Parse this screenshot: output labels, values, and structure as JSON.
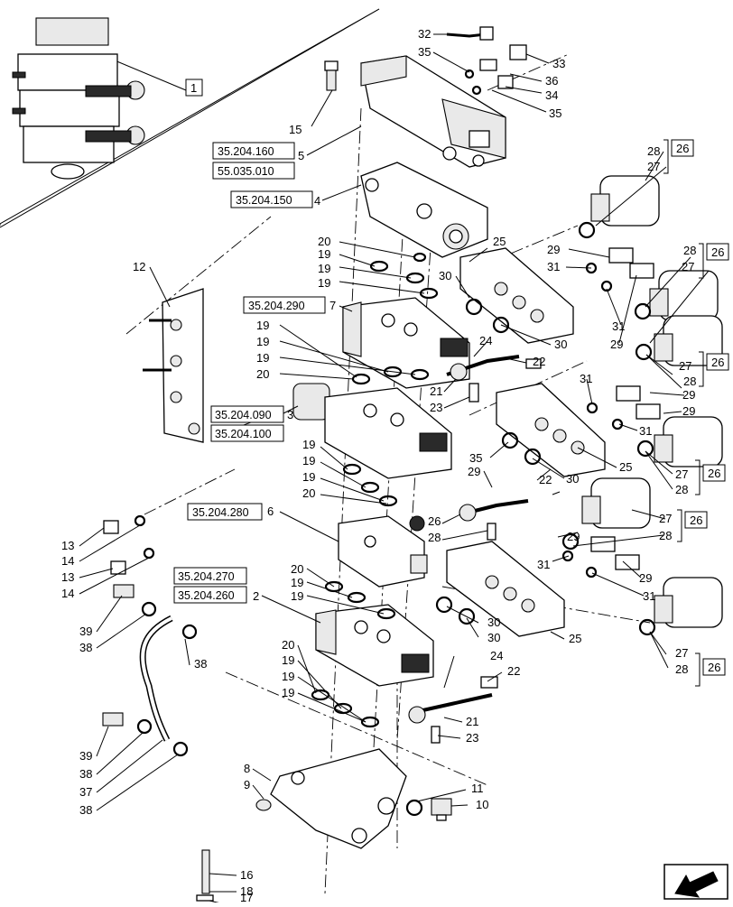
{
  "callouts": {
    "c1": "1",
    "c2": "2",
    "c3": "3",
    "c4": "4",
    "c5": "5",
    "c6": "6",
    "c7": "7",
    "c8": "8",
    "c9": "9",
    "c10": "10",
    "c11": "11",
    "c12": "12",
    "c13a": "13",
    "c13b": "13",
    "c14a": "14",
    "c14b": "14",
    "c15": "15",
    "c16": "16",
    "c17": "17",
    "c18": "18",
    "c19": "19",
    "c20": "20",
    "c21": "21",
    "c22": "22",
    "c23": "23",
    "c24": "24",
    "c25": "25",
    "c26": "26",
    "c27": "27",
    "c28": "28",
    "c29": "29",
    "c30": "30",
    "c31": "31",
    "c32": "32",
    "c33": "33",
    "c34": "34",
    "c35": "35",
    "c36": "36",
    "c37": "37",
    "c38": "38",
    "c39": "39"
  },
  "references": {
    "r160": "35.204.160",
    "r010": "55.035.010",
    "r150": "35.204.150",
    "r290": "35.204.290",
    "r090": "35.204.090",
    "r100": "35.204.100",
    "r280": "35.204.280",
    "r270": "35.204.270",
    "r260": "35.204.260"
  },
  "nav": {
    "icon": "next-page-arrow-icon"
  }
}
